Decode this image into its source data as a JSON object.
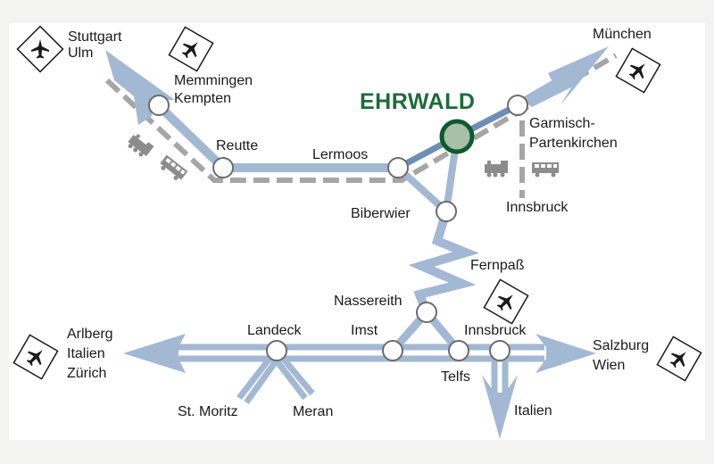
{
  "map": {
    "title": "EHRWALD",
    "colors": {
      "route": "#a3b8d3",
      "route_dark": "#6c8fb6",
      "rail": "#a6a6a6",
      "highlight_ring": "#0d5a2e",
      "highlight_fill": "#a9bfa8",
      "title": "#1e6b3a"
    },
    "labels": {
      "stuttgart_ulm": [
        "Stuttgart",
        "Ulm"
      ],
      "memmingen_kempten": [
        "Memmingen",
        "Kempten"
      ],
      "reutte": "Reutte",
      "lermoos": "Lermoos",
      "muenchen": "München",
      "garmisch": [
        "Garmisch-",
        "Partenkirchen"
      ],
      "innsbruck_rail": "Innsbruck",
      "biberwier": "Biberwier",
      "fernpass": "Fernpaß",
      "nassereith": "Nassereith",
      "imst": "Imst",
      "landeck": "Landeck",
      "innsbruck": "Innsbruck",
      "telfs": "Telfs",
      "salzburg_wien": [
        "Salzburg",
        "Wien"
      ],
      "italien": "Italien",
      "arlberg": [
        "Arlberg",
        "Italien",
        "Zürich"
      ],
      "st_moritz": "St. Moritz",
      "meran": "Meran"
    },
    "icons": [
      "airport-icon",
      "train-icon"
    ]
  }
}
